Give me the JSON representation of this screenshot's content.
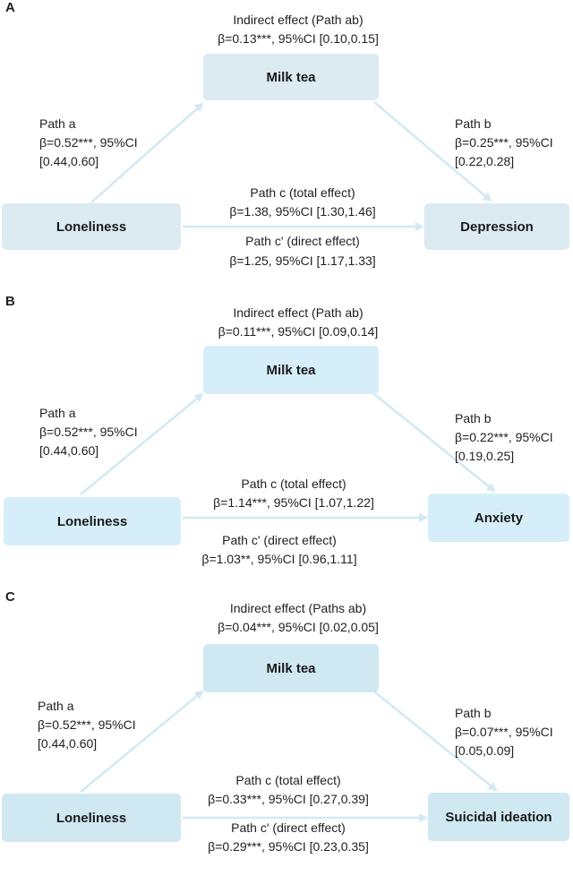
{
  "colors": {
    "panelA_box": "#dcebf1",
    "panelB_box": "#d6eef9",
    "panelC_box": "#d0e8f2",
    "arrow": "#d2e9f3"
  },
  "panels": [
    {
      "label": "A",
      "mediator": "Milk tea",
      "predictor": "Loneliness",
      "outcome": "Depression",
      "indirect_title": "Indirect effect (Path ab)",
      "indirect_value": "β=0.13***, 95%CI [0.10,0.15]",
      "path_a": [
        "Path a",
        "β=0.52***, 95%CI",
        "[0.44,0.60]"
      ],
      "path_b": [
        "Path b",
        "β=0.25***, 95%CI",
        "[0.22,0.28]"
      ],
      "path_c_title": "Path c (total effect)",
      "path_c_value": "β=1.38, 95%CI [1.30,1.46]",
      "path_cp_title": "Path c' (direct effect)",
      "path_cp_value": "β=1.25, 95%CI [1.17,1.33]"
    },
    {
      "label": "B",
      "mediator": "Milk tea",
      "predictor": "Loneliness",
      "outcome": "Anxiety",
      "indirect_title": "Indirect effect (Path ab)",
      "indirect_value": "β=0.11***, 95%CI [0.09,0.14]",
      "path_a": [
        "Path a",
        "β=0.52***, 95%CI",
        "[0.44,0.60]"
      ],
      "path_b": [
        "Path b",
        "β=0.22***, 95%CI",
        "[0.19,0.25]"
      ],
      "path_c_title": "Path c (total effect)",
      "path_c_value": "β=1.14***, 95%CI [1.07,1.22]",
      "path_cp_title": "Path c' (direct effect)",
      "path_cp_value": "β=1.03**, 95%CI [0.96,1.11]"
    },
    {
      "label": "C",
      "mediator": "Milk tea",
      "predictor": "Loneliness",
      "outcome": "Suicidal ideation",
      "indirect_title": "Indirect effect (Paths ab)",
      "indirect_value": "β=0.04***, 95%CI [0.02,0.05]",
      "path_a": [
        "Path a",
        "β=0.52***, 95%CI",
        "[0.44,0.60]"
      ],
      "path_b": [
        "Path b",
        "β=0.07***, 95%CI",
        "[0.05,0.09]"
      ],
      "path_c_title": "Path c (total effect)",
      "path_c_value": "β=0.33***, 95%CI [0.27,0.39]",
      "path_cp_title": "Path c' (direct effect)",
      "path_cp_value": "β=0.29***, 95%CI [0.23,0.35]"
    }
  ]
}
